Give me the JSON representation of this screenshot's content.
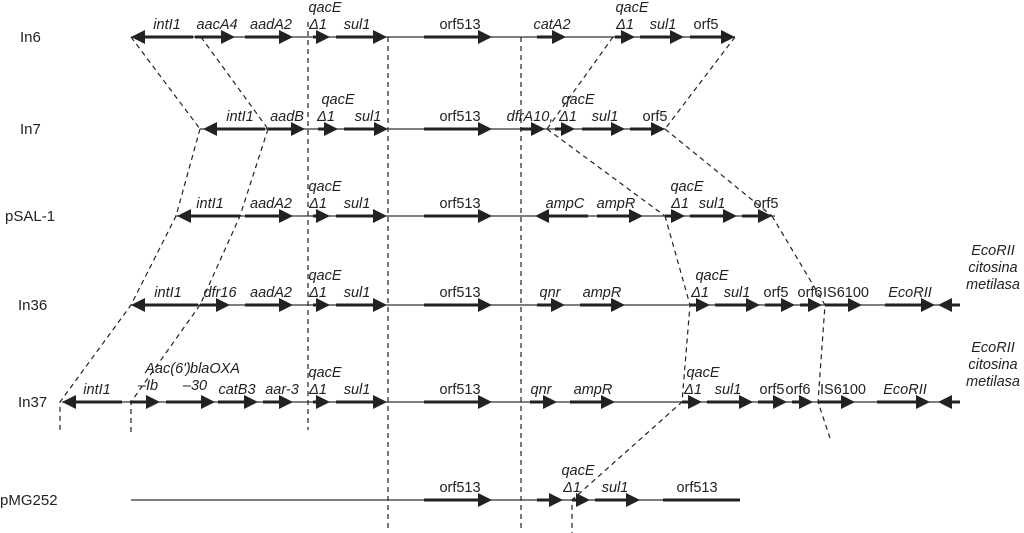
{
  "rows": [
    {
      "name": "In6",
      "genes": [
        {
          "label": [
            "intI1"
          ],
          "italic": true
        },
        {
          "label": [
            "aacA4"
          ],
          "italic": true
        },
        {
          "label": [
            "aadA2"
          ],
          "italic": true
        },
        {
          "label": [
            "qacE",
            "Δ1"
          ],
          "italic": true
        },
        {
          "label": [
            "sul1"
          ],
          "italic": true
        },
        {
          "label": [
            "orf513"
          ],
          "italic": false
        },
        {
          "label": [
            "catA2"
          ],
          "italic": true
        },
        {
          "label": [
            "qacE",
            "Δ1"
          ],
          "italic": true
        },
        {
          "label": [
            "sul1"
          ],
          "italic": true
        },
        {
          "label": [
            "orf5"
          ],
          "italic": false
        }
      ]
    },
    {
      "name": "In7",
      "genes": [
        {
          "label": [
            "intI1"
          ],
          "italic": true
        },
        {
          "label": [
            "aadB"
          ],
          "italic": true
        },
        {
          "label": [
            "qacE",
            "Δ1"
          ],
          "italic": true
        },
        {
          "label": [
            "sul1"
          ],
          "italic": true
        },
        {
          "label": [
            "orf513"
          ],
          "italic": false
        },
        {
          "label": [
            "dfrA10,"
          ],
          "italic": true
        },
        {
          "label": [
            "qacE",
            "Δ1"
          ],
          "italic": true
        },
        {
          "label": [
            "sul1"
          ],
          "italic": true
        },
        {
          "label": [
            "orf5"
          ],
          "italic": false
        }
      ]
    },
    {
      "name": "pSAL-1",
      "genes": [
        {
          "label": [
            "intI1"
          ],
          "italic": true
        },
        {
          "label": [
            "aadA2"
          ],
          "italic": true
        },
        {
          "label": [
            "qacE",
            "Δ1"
          ],
          "italic": true
        },
        {
          "label": [
            "sul1"
          ],
          "italic": true
        },
        {
          "label": [
            "orf513"
          ],
          "italic": false
        },
        {
          "label": [
            "ampC"
          ],
          "italic": true
        },
        {
          "label": [
            "ampR"
          ],
          "italic": true
        },
        {
          "label": [
            "qacE",
            "Δ1"
          ],
          "italic": true
        },
        {
          "label": [
            "sul1"
          ],
          "italic": true
        },
        {
          "label": [
            "orf5"
          ],
          "italic": false
        }
      ]
    },
    {
      "name": "In36",
      "genes": [
        {
          "label": [
            "intI1"
          ],
          "italic": true
        },
        {
          "label": [
            "dfr16"
          ],
          "italic": true
        },
        {
          "label": [
            "aadA2"
          ],
          "italic": true
        },
        {
          "label": [
            "qacE",
            "Δ1"
          ],
          "italic": true
        },
        {
          "label": [
            "sul1"
          ],
          "italic": true
        },
        {
          "label": [
            "orf513"
          ],
          "italic": false
        },
        {
          "label": [
            "qnr"
          ],
          "italic": true
        },
        {
          "label": [
            "ampR"
          ],
          "italic": true
        },
        {
          "label": [
            "qacE",
            "Δ1"
          ],
          "italic": true
        },
        {
          "label": [
            "sul1"
          ],
          "italic": true
        },
        {
          "label": [
            "orf5"
          ],
          "italic": false
        },
        {
          "label": [
            "orf6"
          ],
          "italic": false
        },
        {
          "label": [
            "IS6100"
          ],
          "italic": false
        },
        {
          "label": [
            "EcoRII"
          ],
          "italic": true
        },
        {
          "label": [
            "EcoRII",
            "citosina",
            "metilasa"
          ],
          "italic": true
        }
      ]
    },
    {
      "name": "In37",
      "genes": [
        {
          "label": [
            "intI1"
          ],
          "italic": true
        },
        {
          "label": [
            "Aac(6')",
            "–Ib"
          ],
          "italic": true
        },
        {
          "label": [
            "blaOXA",
            "–30"
          ],
          "italic": true
        },
        {
          "label": [
            "catB3"
          ],
          "italic": true
        },
        {
          "label": [
            "aar-3"
          ],
          "italic": true
        },
        {
          "label": [
            "qacE",
            "Δ1"
          ],
          "italic": true
        },
        {
          "label": [
            "sul1"
          ],
          "italic": true
        },
        {
          "label": [
            "orf513"
          ],
          "italic": false
        },
        {
          "label": [
            "qnr"
          ],
          "italic": true
        },
        {
          "label": [
            "ampR"
          ],
          "italic": true
        },
        {
          "label": [
            "qacE",
            "Δ1"
          ],
          "italic": true
        },
        {
          "label": [
            "sul1"
          ],
          "italic": true
        },
        {
          "label": [
            "orf5"
          ],
          "italic": false
        },
        {
          "label": [
            "orf6"
          ],
          "italic": false
        },
        {
          "label": [
            "IS6100"
          ],
          "italic": false
        },
        {
          "label": [
            "EcoRII"
          ],
          "italic": true
        },
        {
          "label": [
            "EcoRII",
            "citosina",
            "metilasa"
          ],
          "italic": true
        }
      ]
    },
    {
      "name": "pMG252",
      "genes": [
        {
          "label": [
            "orf513"
          ],
          "italic": false
        },
        {
          "label": [],
          "italic": false
        },
        {
          "label": [
            "qacE",
            "Δ1"
          ],
          "italic": true
        },
        {
          "label": [
            "sul1"
          ],
          "italic": true
        },
        {
          "label": [
            "orf513"
          ],
          "italic": false
        }
      ]
    }
  ]
}
